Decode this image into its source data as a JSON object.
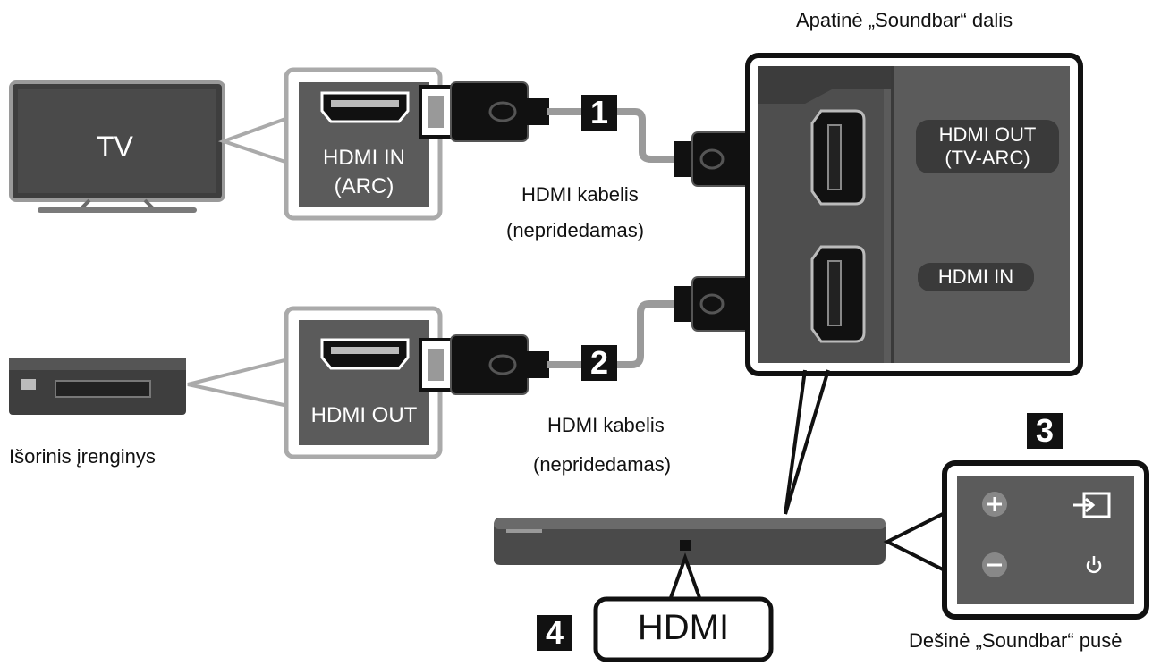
{
  "tv": {
    "label": "TV"
  },
  "tv_port": {
    "label_line1": "HDMI IN",
    "label_line2": "(ARC)"
  },
  "external_port": {
    "label": "HDMI OUT"
  },
  "external_device": {
    "label": "Išorinis įrenginys"
  },
  "cable_1": {
    "line1": "HDMI kabelis",
    "line2": "(nepridedamas)"
  },
  "cable_2": {
    "line1": "HDMI kabelis",
    "line2": "(nepridedamas)"
  },
  "steps": {
    "s1": "1",
    "s2": "2",
    "s3": "3",
    "s4": "4"
  },
  "soundbar_bottom": {
    "title": "Apatinė „Soundbar“ dalis",
    "port_out_line1": "HDMI OUT",
    "port_out_line2": "(TV-ARC)",
    "port_in": "HDMI IN"
  },
  "soundbar_right": {
    "title": "Dešinė „Soundbar“ pusė"
  },
  "display": {
    "text": "HDMI"
  },
  "icons": [
    "hdmi-port-icon",
    "hdmi-plug-icon",
    "plus-icon",
    "minus-icon",
    "input-source-icon",
    "power-icon"
  ],
  "colors": {
    "panel": "#5b5b5b",
    "panel_dark": "#3a3a3a",
    "outline": "#111111",
    "cable": "#9a9a9a"
  }
}
